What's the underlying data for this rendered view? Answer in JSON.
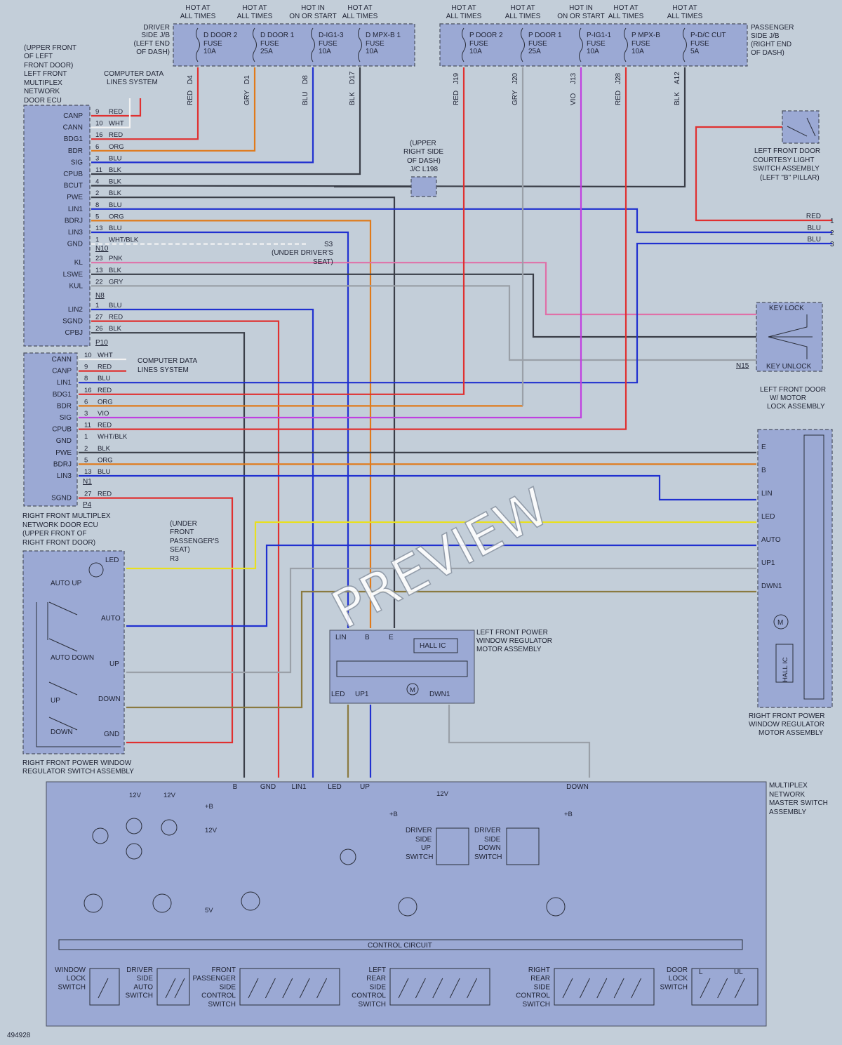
{
  "figure_id": "494928",
  "watermark": "PREVIEW",
  "colors": {
    "RED": "#e03030",
    "WHT": "#f2f2f2",
    "ORG": "#e07a1a",
    "BLU": "#2030d0",
    "BLK": "#3a3e48",
    "GRY": "#9aa0a8",
    "VIO": "#c040e0",
    "PNK": "#e070a8",
    "YEL": "#e8e020",
    "BRN": "#8a7a40"
  },
  "fuses_driver": {
    "label": "DRIVER SIDE J/B (LEFT END OF DASH)",
    "items": [
      {
        "hot": "HOT AT ALL TIMES",
        "name": "D DOOR 2 FUSE 10A",
        "pin": "D4",
        "wire": "RED"
      },
      {
        "hot": "HOT AT ALL TIMES",
        "name": "D DOOR 1 FUSE 25A",
        "pin": "D1",
        "wire": "GRY"
      },
      {
        "hot": "HOT IN ON OR START",
        "name": "D-IG1-3 FUSE 10A",
        "pin": "D8",
        "wire": "BLU"
      },
      {
        "hot": "HOT AT ALL TIMES",
        "name": "D MPX-B 1 FUSE 10A",
        "pin": "D17",
        "wire": "BLK"
      }
    ]
  },
  "fuses_passenger": {
    "label": "PASSENGER SIDE J/B (RIGHT END OF DASH)",
    "items": [
      {
        "hot": "HOT AT ALL TIMES",
        "name": "P DOOR 2 FUSE 10A",
        "pin": "J19",
        "wire": "RED"
      },
      {
        "hot": "HOT AT ALL TIMES",
        "name": "P DOOR 1 FUSE 25A",
        "pin": "J20",
        "wire": "GRY"
      },
      {
        "hot": "HOT IN ON OR START",
        "name": "P-IG1-1 FUSE 10A",
        "pin": "J13",
        "wire": "VIO"
      },
      {
        "hot": "HOT AT ALL TIMES",
        "name": "P MPX-B FUSE 10A",
        "pin": "J28",
        "wire": "RED"
      },
      {
        "hot": "HOT AT ALL TIMES",
        "name": "P-D/C CUT FUSE 5A",
        "pin": "A12",
        "wire": "BLK"
      }
    ]
  },
  "left_ecu": {
    "title": "(UPPER FRONT OF LEFT FRONT DOOR) LEFT FRONT MULTIPLEX NETWORK DOOR ECU",
    "cds": "COMPUTER DATA LINES SYSTEM",
    "pins": [
      {
        "n": "CANP",
        "p": "9",
        "c": "RED"
      },
      {
        "n": "CANN",
        "p": "10",
        "c": "WHT"
      },
      {
        "n": "BDG1",
        "p": "16",
        "c": "RED"
      },
      {
        "n": "BDR",
        "p": "6",
        "c": "ORG"
      },
      {
        "n": "SIG",
        "p": "3",
        "c": "BLU"
      },
      {
        "n": "CPUB",
        "p": "11",
        "c": "BLK"
      },
      {
        "n": "BCUT",
        "p": "4",
        "c": "BLK"
      },
      {
        "n": "PWE",
        "p": "2",
        "c": "BLK"
      },
      {
        "n": "LIN1",
        "p": "8",
        "c": "BLU"
      },
      {
        "n": "BDRJ",
        "p": "5",
        "c": "ORG"
      },
      {
        "n": "LIN3",
        "p": "13",
        "c": "BLU"
      },
      {
        "n": "GND",
        "p": "1",
        "c": "WHT/BLK"
      },
      {
        "n": "KL",
        "p": "23",
        "c": "PNK"
      },
      {
        "n": "LSWE",
        "p": "13",
        "c": "BLK"
      },
      {
        "n": "KUL",
        "p": "22",
        "c": "GRY"
      },
      {
        "n": "LIN2",
        "p": "1",
        "c": "BLU"
      },
      {
        "n": "SGND",
        "p": "27",
        "c": "RED"
      },
      {
        "n": "CPBJ",
        "p": "26",
        "c": "BLK"
      }
    ],
    "connectors": [
      "N10",
      "N8",
      "P10"
    ]
  },
  "right_ecu": {
    "title": "RIGHT FRONT MULTIPLEX NETWORK DOOR ECU (UPPER FRONT OF RIGHT FRONT DOOR)",
    "cds": "COMPUTER DATA LINES SYSTEM",
    "pins": [
      {
        "n": "CANN",
        "p": "10",
        "c": "WHT"
      },
      {
        "n": "CANP",
        "p": "9",
        "c": "RED"
      },
      {
        "n": "LIN1",
        "p": "8",
        "c": "BLU"
      },
      {
        "n": "BDG1",
        "p": "16",
        "c": "RED"
      },
      {
        "n": "BDR",
        "p": "6",
        "c": "ORG"
      },
      {
        "n": "SIG",
        "p": "3",
        "c": "VIO"
      },
      {
        "n": "CPUB",
        "p": "11",
        "c": "RED"
      },
      {
        "n": "GND",
        "p": "1",
        "c": "WHT/BLK"
      },
      {
        "n": "PWE",
        "p": "2",
        "c": "BLK"
      },
      {
        "n": "BDRJ",
        "p": "5",
        "c": "ORG"
      },
      {
        "n": "LIN3",
        "p": "13",
        "c": "BLU"
      },
      {
        "n": "SGND",
        "p": "27",
        "c": "RED"
      }
    ],
    "connectors": [
      "N1",
      "P4"
    ]
  },
  "splices": {
    "jc": "(UPPER RIGHT SIDE OF DASH) J/C L198",
    "s3": "S3 (UNDER DRIVER'S SEAT)",
    "r3": "(UNDER FRONT PASSENGER'S SEAT) R3"
  },
  "courtesy": "LEFT FRONT DOOR COURTESY LIGHT SWITCH ASSEMBLY (LEFT \"B\" PILLAR)",
  "lock_assy": {
    "title": "LEFT FRONT DOOR W/ MOTOR LOCK ASSEMBLY",
    "a": "KEY LOCK",
    "b": "KEY UNLOCK",
    "conn": "N15"
  },
  "rf_motor": {
    "title": "RIGHT FRONT POWER WINDOW REGULATOR MOTOR ASSEMBLY",
    "pins": [
      "E",
      "B",
      "LIN",
      "LED",
      "AUTO",
      "UP1",
      "DWN1"
    ],
    "hall": "HALL IC",
    "m": "M"
  },
  "lf_motor": {
    "title": "LEFT FRONT POWER WINDOW REGULATOR MOTOR ASSEMBLY",
    "hall": "HALL IC",
    "m": "M"
  },
  "rf_switch": {
    "title": "RIGHT FRONT POWER WINDOW REGULATOR SWITCH ASSEMBLY",
    "labels": [
      "LED",
      "AUTO UP",
      "AUTO",
      "AUTO DOWN",
      "UP",
      "UP",
      "DOWN",
      "DOWN",
      "GND"
    ]
  },
  "master": {
    "title": "MULTIPLEX NETWORK MASTER SWITCH ASSEMBLY",
    "control": "CONTROL CIRCUIT",
    "pins": [
      "B",
      "GND",
      "LIN1",
      "LED",
      "UP",
      "DOWN"
    ],
    "switches": [
      "WINDOW LOCK SWITCH",
      "DRIVER SIDE AUTO SWITCH",
      "FRONT PASSENGER SIDE CONTROL SWITCH",
      "LEFT REAR SIDE CONTROL SWITCH",
      "RIGHT REAR SIDE CONTROL SWITCH",
      "DOOR LOCK SWITCH"
    ],
    "up_sw": "DRIVER SIDE UP SWITCH",
    "down_sw": "DRIVER SIDE DOWN SWITCH"
  },
  "edge_outputs": [
    {
      "c": "RED",
      "n": "1"
    },
    {
      "c": "BLU",
      "n": "2"
    },
    {
      "c": "BLU",
      "n": "3"
    }
  ]
}
